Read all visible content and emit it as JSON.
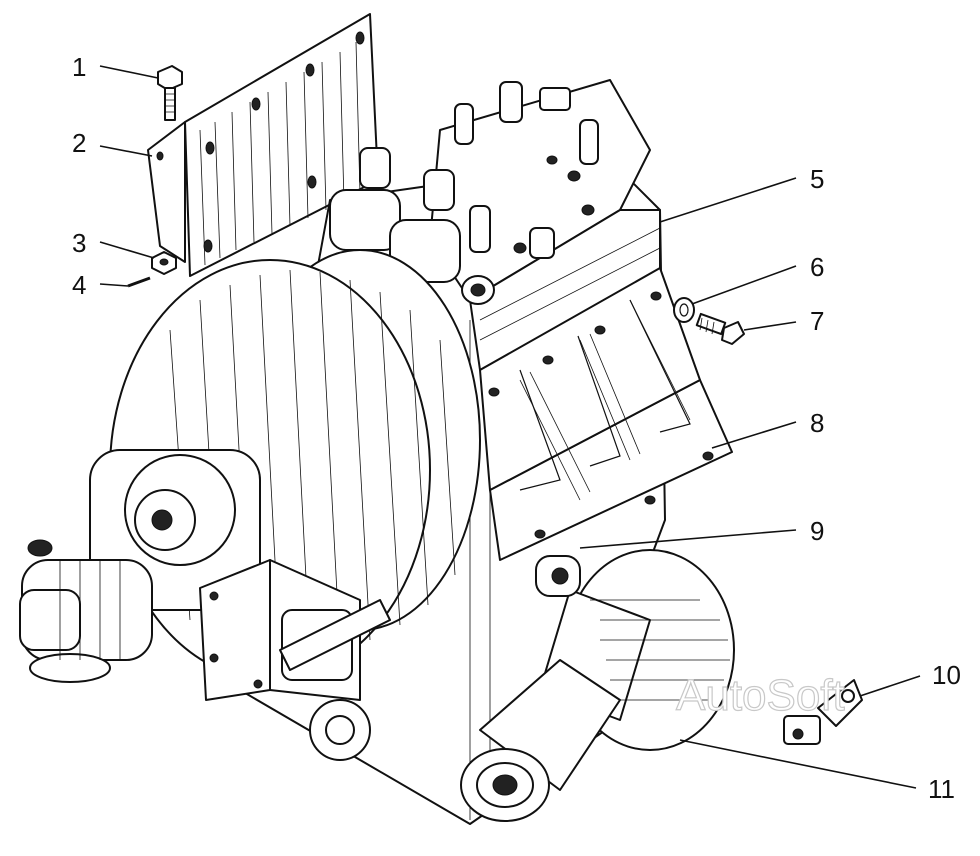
{
  "watermark": "AutoSoft",
  "callouts": [
    {
      "id": "1",
      "text": "1"
    },
    {
      "id": "2",
      "text": "2"
    },
    {
      "id": "3",
      "text": "3"
    },
    {
      "id": "4",
      "text": "4"
    },
    {
      "id": "5",
      "text": "5"
    },
    {
      "id": "6",
      "text": "6"
    },
    {
      "id": "7",
      "text": "7"
    },
    {
      "id": "8",
      "text": "8"
    },
    {
      "id": "9",
      "text": "9"
    },
    {
      "id": "10",
      "text": "10"
    },
    {
      "id": "11",
      "text": "11"
    }
  ],
  "colors": {
    "ink": "#111111",
    "paper": "#ffffff",
    "watermark": "#c8c8c8"
  }
}
